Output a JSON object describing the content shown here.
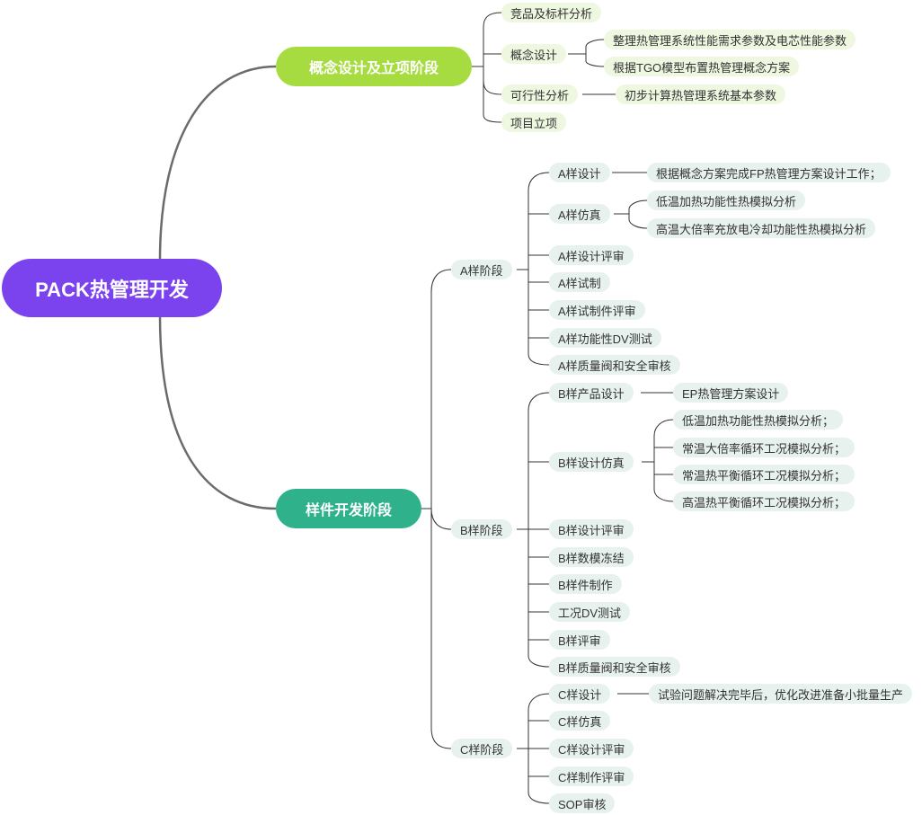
{
  "root": "PACK热管理开发",
  "concept": {
    "title": "概念设计及立项阶段",
    "items": [
      "竞品及标杆分析",
      "概念设计",
      "可行性分析",
      "项目立项"
    ],
    "concept_design_children": [
      "整理热管理系统性能需求参数及电芯性能参数",
      "根据TGO模型布置热管理概念方案"
    ],
    "feasibility_child": "初步计算热管理系统基本参数"
  },
  "sample": {
    "title": "样件开发阶段",
    "a": {
      "label": "A样阶段",
      "items": [
        "A样设计",
        "A样仿真",
        "A样设计评审",
        "A样试制",
        "A样试制件评审",
        "A样功能性DV测试",
        "A样质量阀和安全审核"
      ],
      "design_child": "根据概念方案完成FP热管理方案设计工作；",
      "sim_children": [
        "低温加热功能性热模拟分析",
        "高温大倍率充放电冷却功能性热模拟分析"
      ]
    },
    "b": {
      "label": "B样阶段",
      "items": [
        "B样产品设计",
        "B样设计仿真",
        "B样设计评审",
        "B样数模冻结",
        "B样件制作",
        "工况DV测试",
        "B样评审",
        "B样质量阀和安全审核"
      ],
      "design_child": "EP热管理方案设计",
      "sim_children": [
        "低温加热功能性热模拟分析；",
        "常温大倍率循环工况模拟分析；",
        "常温热平衡循环工况模拟分析；",
        "高温热平衡循环工况模拟分析；"
      ]
    },
    "c": {
      "label": "C样阶段",
      "items": [
        "C样设计",
        "C样仿真",
        "C样设计评审",
        "C样制作评审",
        "SOP审核"
      ],
      "design_child": "试验问题解决完毕后，优化改进准备小批量生产"
    }
  },
  "colors": {
    "root": "#7b43ee",
    "concept": "#a6dc3f",
    "sample": "#2fb28b",
    "trunk": "#6b6b6b",
    "line": "#333333"
  }
}
